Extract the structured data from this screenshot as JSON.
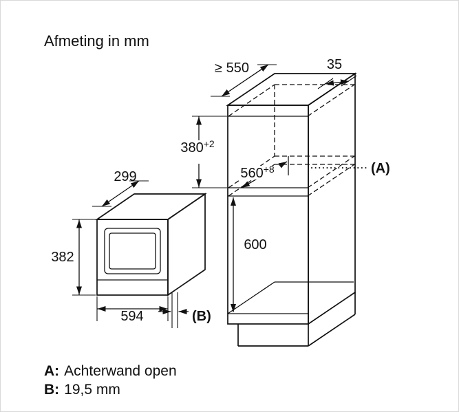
{
  "title": "Afmeting in mm",
  "dimensions": {
    "cabinet_depth": "≥ 550",
    "rear_top_gap": "35",
    "niche_height": {
      "base": "380",
      "sup": "+2"
    },
    "niche_width": {
      "base": "560",
      "sup": "+8"
    },
    "lower_niche_height": "600",
    "appliance_depth": "299",
    "appliance_height": "382",
    "appliance_width": "594",
    "callout_a": "(A)",
    "callout_b": "(B)"
  },
  "legend": {
    "a_key": "A:",
    "a_value": "Achterwand open",
    "b_key": "B:",
    "b_value": "19,5 mm"
  },
  "colors": {
    "line": "#111111",
    "background": "#ffffff"
  }
}
